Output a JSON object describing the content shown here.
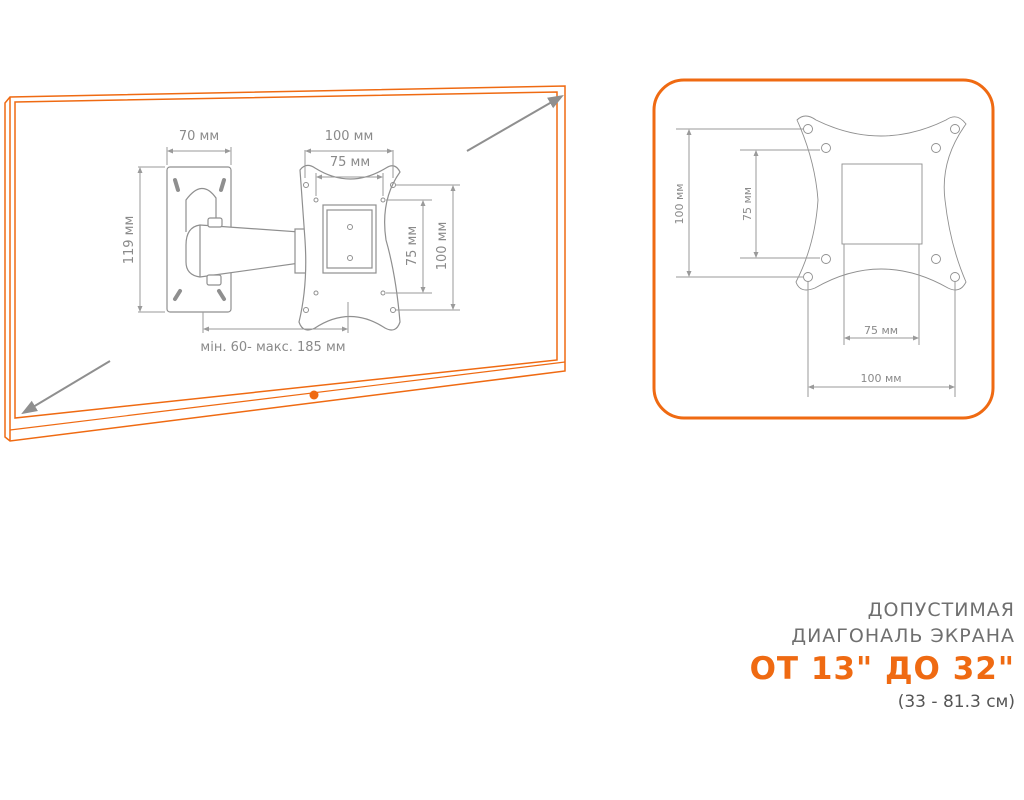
{
  "colors": {
    "accent": "#ef6a12",
    "lines": "#8f8f8f",
    "text": "#6f6f6f"
  },
  "mount_diagram": {
    "plate_width": "70 мм",
    "plate_height": "119 мм",
    "vesa_outer_width": "100 мм",
    "vesa_inner_width": "75 мм",
    "vesa_inner_height": "75 мм",
    "vesa_outer_height": "100 мм",
    "extension": "мін. 60- макс. 185  мм"
  },
  "vesa_panel": {
    "outer_height": "100 мм",
    "inner_height": "75 мм",
    "inner_width": "75 мм",
    "outer_width": "100 мм"
  },
  "caption": {
    "line1": "ДОПУСТИМАЯ",
    "line2": "ДИАГОНАЛЬ ЭКРАНА",
    "range": "ОТ 13\" ДО 32\"",
    "range_cm": "(33 - 81.3 см)"
  }
}
